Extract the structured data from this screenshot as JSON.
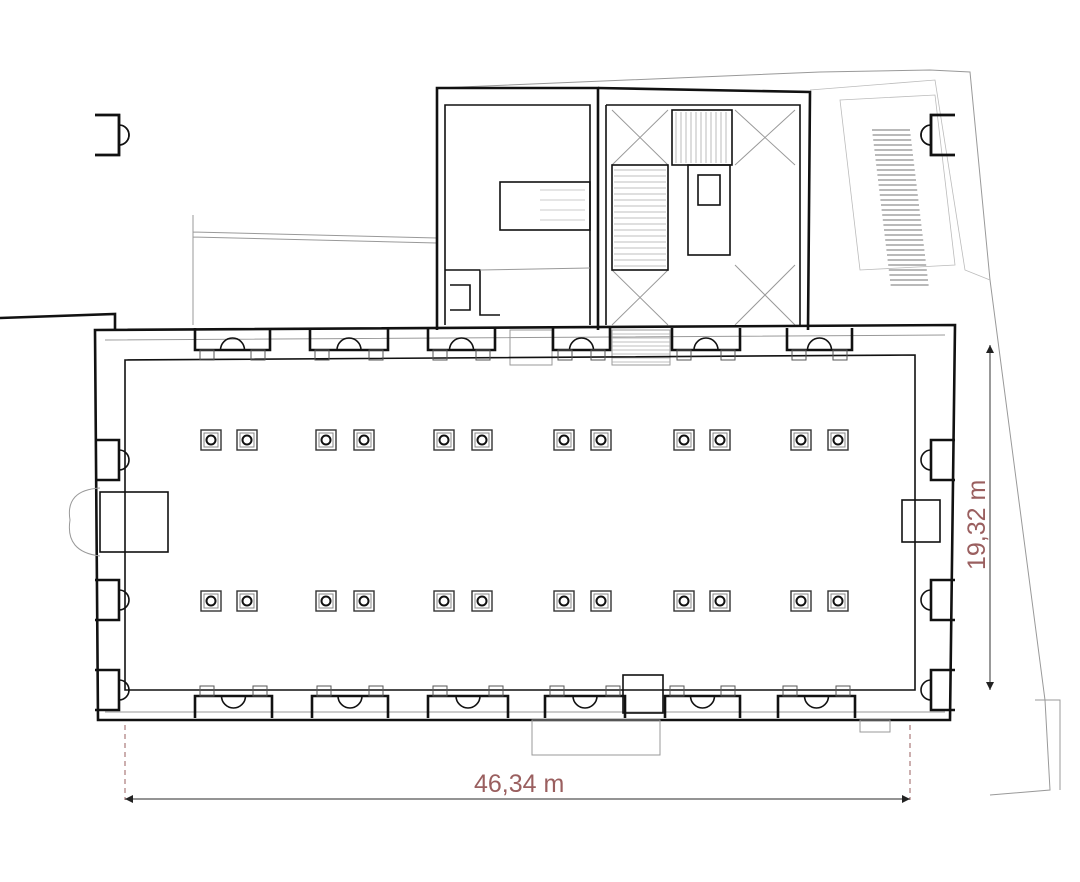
{
  "plan": {
    "width_dimension": "46,34 m",
    "height_dimension": "19,32 m",
    "column_rows": 2,
    "column_pairs_per_row": 6,
    "colors": {
      "walls": "#111111",
      "secondary_lines": "#999999",
      "dimension_text": "#9a5f5f"
    }
  }
}
